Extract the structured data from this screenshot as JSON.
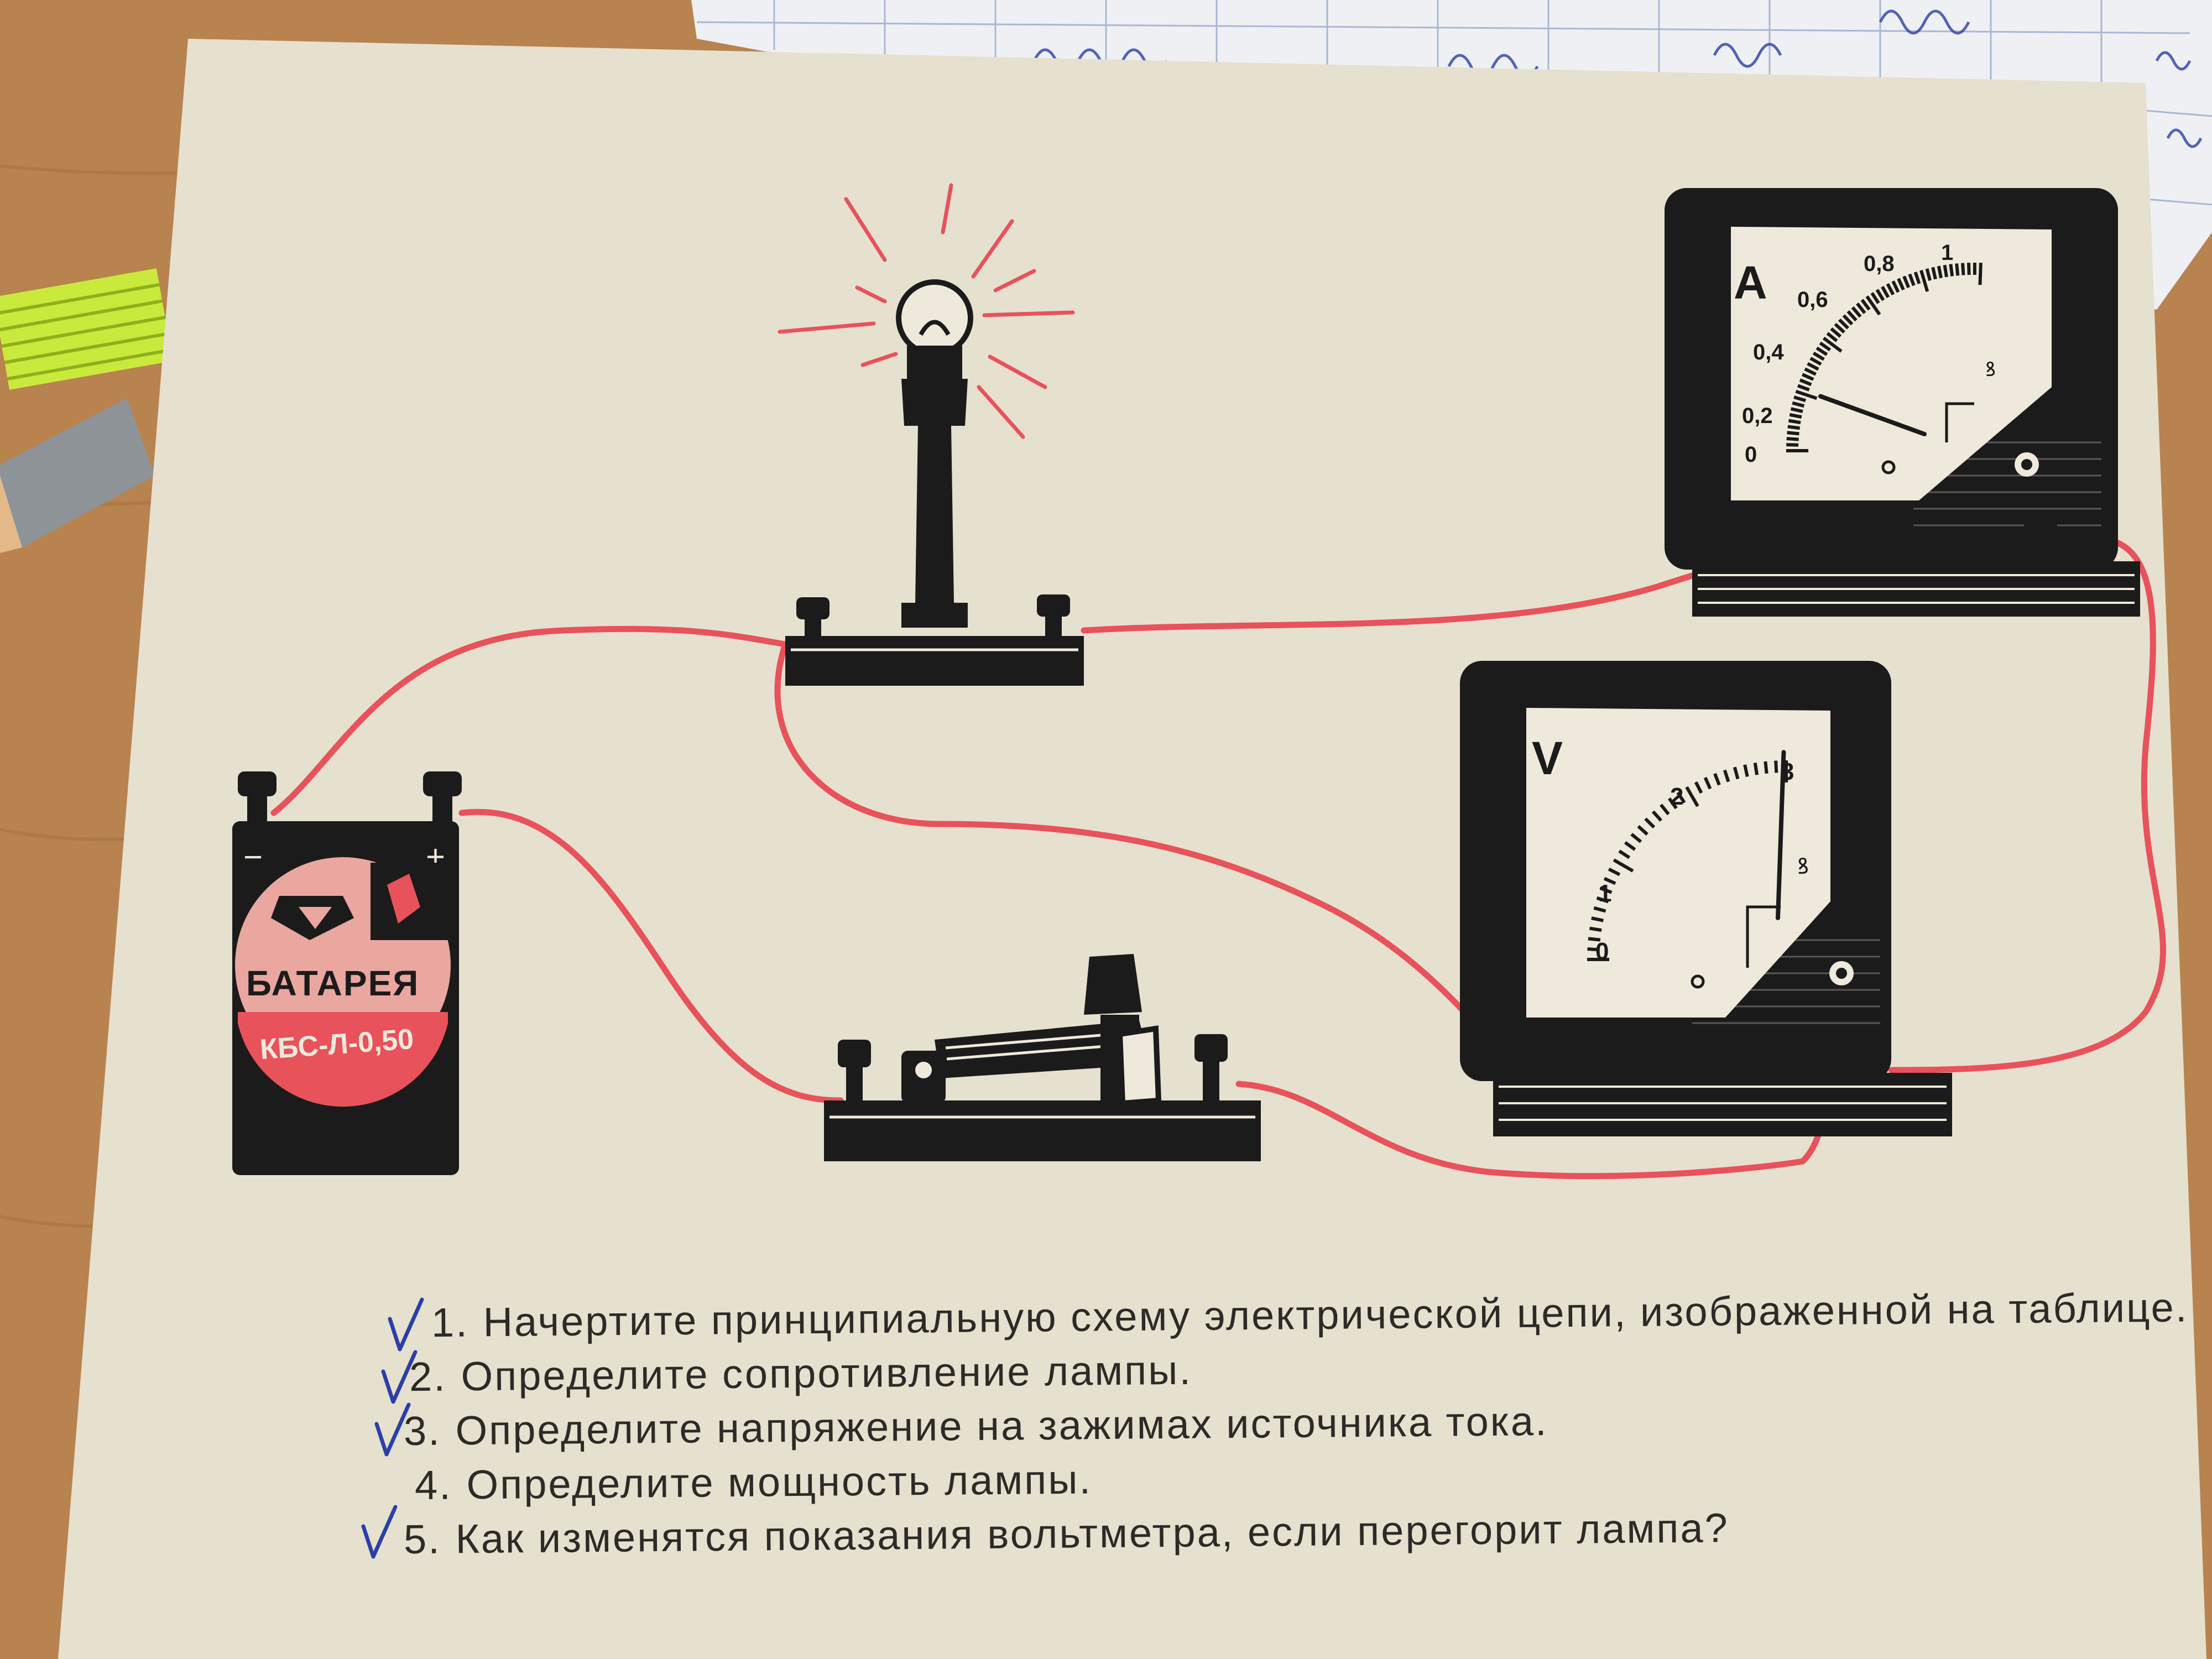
{
  "ammeter": {
    "unit": "A",
    "scale_labels": [
      "0",
      "0,2",
      "0,4",
      "0,6",
      "0,8",
      "1"
    ],
    "reading": 0.2
  },
  "voltmeter": {
    "unit": "V",
    "scale_labels": [
      "0",
      "1",
      "2",
      "3"
    ],
    "reading": 3
  },
  "battery": {
    "label": "БАТАРЕЯ",
    "model": "КБС-Л-0,50",
    "minus": "−",
    "plus": "+"
  },
  "tasks": [
    {
      "number": "1.",
      "text": "Начертите принципиальную схему электрической цепи, изображенной на таблице.",
      "checked": true
    },
    {
      "number": "2.",
      "text": "Определите сопротивление лампы.",
      "checked": true
    },
    {
      "number": "3.",
      "text": "Определите напряжение на зажимах источника тока.",
      "checked": true
    },
    {
      "number": "4.",
      "text": "Определите мощность лампы.",
      "checked": false
    },
    {
      "number": "5.",
      "text": "Как изменятся показания вольтметра, если перегорит лампа?",
      "checked": true
    }
  ],
  "colors": {
    "wire": "#e8525a",
    "ink": "#1c1b1b",
    "paper": "#e6e0cf",
    "pen": "#2b3fa8"
  }
}
